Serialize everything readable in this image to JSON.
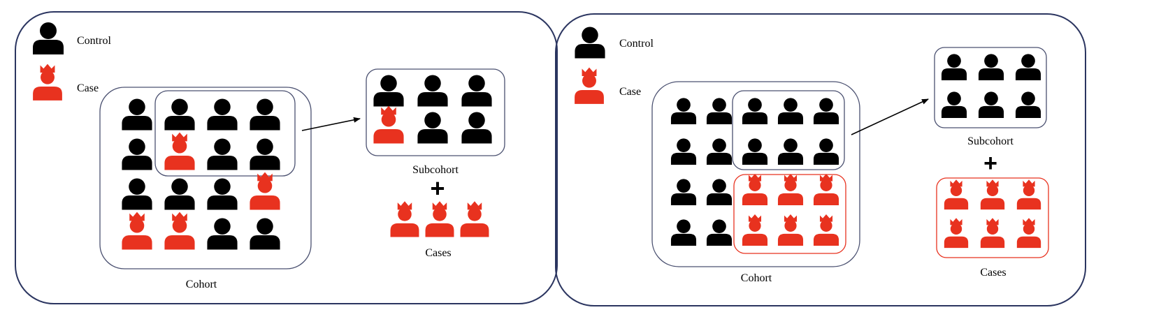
{
  "colors": {
    "control": "#000000",
    "case": "#e8321f",
    "frame": "#2b3560",
    "inner_box": "#4a5070",
    "case_box": "#e8321f"
  },
  "icons": {
    "control": "person-icon",
    "case": "person-with-crown-icon"
  },
  "panels": [
    {
      "legend": {
        "control_label": "Control",
        "case_label": "Case"
      },
      "cohort_label": "Cohort",
      "subcohort_label": "Subcohort",
      "plus_sign": "+",
      "cases_label": "Cases",
      "cohort_grid": [
        [
          "control",
          "control",
          "control",
          "control"
        ],
        [
          "control",
          "case",
          "control",
          "control"
        ],
        [
          "control",
          "control",
          "control",
          "case"
        ],
        [
          "case",
          "case",
          "control",
          "control"
        ]
      ],
      "subcohort_grid": [
        [
          "control",
          "control",
          "control"
        ],
        [
          "case",
          "control",
          "control"
        ]
      ],
      "cases_row": [
        "case",
        "case",
        "case"
      ]
    },
    {
      "legend": {
        "control_label": "Control",
        "case_label": "Case"
      },
      "cohort_label": "Cohort",
      "subcohort_label": "Subcohort",
      "plus_sign": "+",
      "cases_label": "Cases",
      "cohort_grid": [
        [
          "control",
          "control",
          "control",
          "control",
          "control"
        ],
        [
          "control",
          "control",
          "control",
          "control",
          "control"
        ],
        [
          "control",
          "control",
          "case",
          "case",
          "case"
        ],
        [
          "control",
          "control",
          "case",
          "case",
          "case"
        ]
      ],
      "subcohort_grid": [
        [
          "control",
          "control",
          "control"
        ],
        [
          "control",
          "control",
          "control"
        ]
      ],
      "cases_grid": [
        [
          "case",
          "case",
          "case"
        ],
        [
          "case",
          "case",
          "case"
        ]
      ]
    }
  ]
}
